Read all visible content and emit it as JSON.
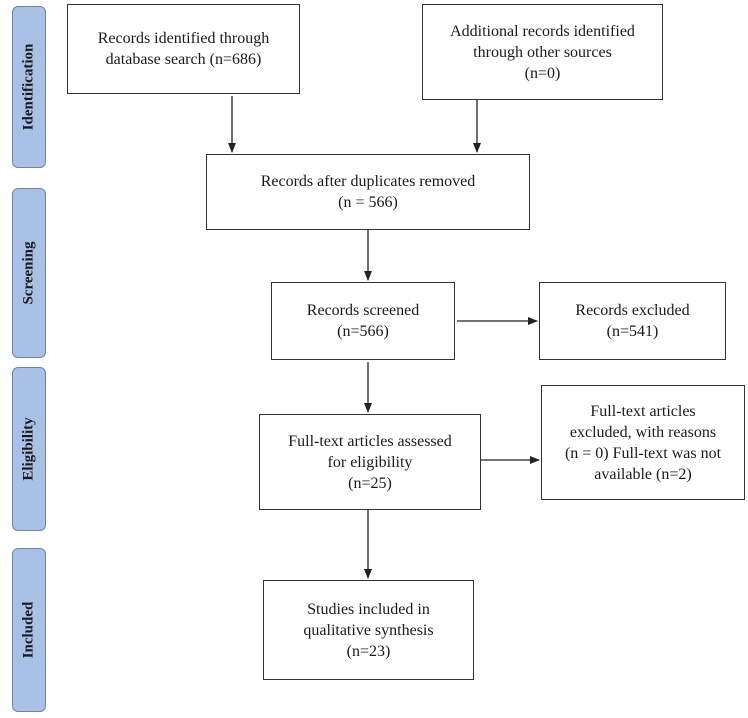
{
  "stages": {
    "identification": "Identification",
    "screening": "Screening",
    "eligibility": "Eligibility",
    "included": "Included"
  },
  "boxes": {
    "db_search": "Records identified through\ndatabase search (n=686)",
    "other_sources": "Additional records identified\nthrough other sources\n(n=0)",
    "after_duplicates": "Records after duplicates removed\n(n = 566)",
    "screened": "Records screened\n(n=566)",
    "excluded": "Records excluded\n(n=541)",
    "fulltext_assessed": "Full-text articles assessed\nfor eligibility\n(n=25)",
    "fulltext_excluded": "Full-text articles\nexcluded, with reasons\n(n = 0) Full-text was not\navailable (n=2)",
    "included_studies": "Studies included in\nqualitative synthesis\n(n=23)"
  }
}
